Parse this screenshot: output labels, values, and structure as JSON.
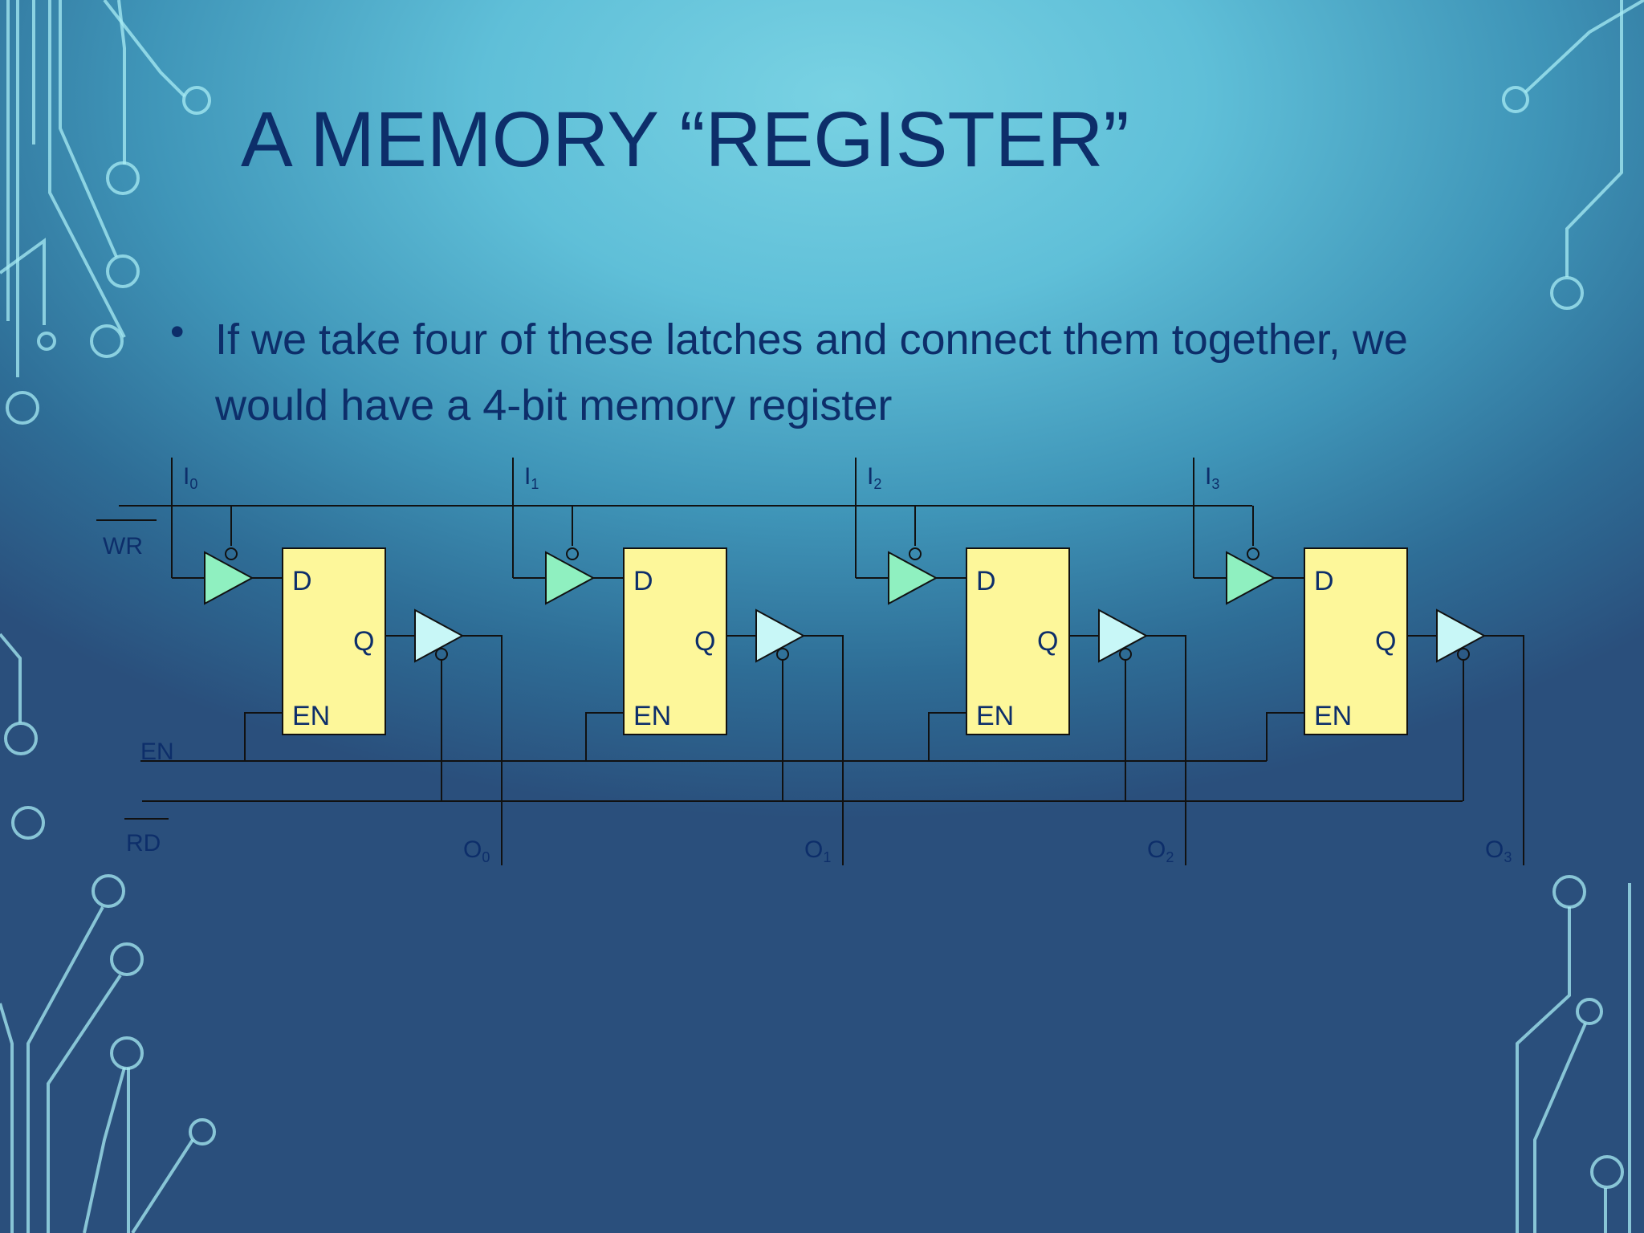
{
  "slide": {
    "title": "A MEMORY “REGISTER”",
    "bullet": "If we take four of these latches and connect them together, we would have a 4-bit memory register"
  },
  "diagram": {
    "signals": {
      "write": "WR",
      "enable": "EN",
      "read": "RD"
    },
    "latch_pins": {
      "d": "D",
      "q": "Q",
      "en": "EN"
    },
    "inputs": [
      {
        "base": "I",
        "sub": "0"
      },
      {
        "base": "I",
        "sub": "1"
      },
      {
        "base": "I",
        "sub": "2"
      },
      {
        "base": "I",
        "sub": "3"
      }
    ],
    "outputs": [
      {
        "base": "O",
        "sub": "0"
      },
      {
        "base": "O",
        "sub": "1"
      },
      {
        "base": "O",
        "sub": "2"
      },
      {
        "base": "O",
        "sub": "3"
      }
    ]
  },
  "colors": {
    "text": "#0d2e6a",
    "latch_fill": "#fdf79a",
    "input_buffer_fill": "#8ff0c0",
    "output_buffer_fill": "#c8f7f7",
    "wire": "#111111",
    "decor": "#9ee8f2"
  }
}
